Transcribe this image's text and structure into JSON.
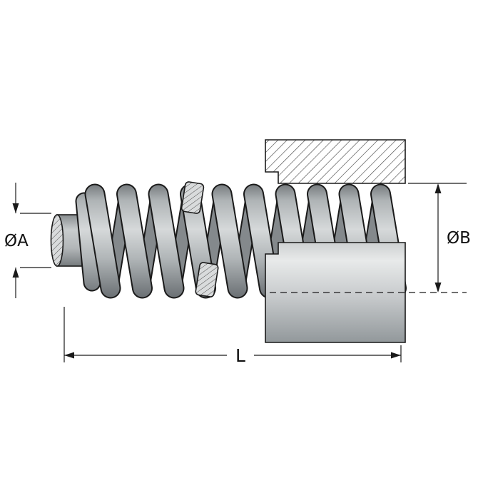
{
  "diagram": {
    "labels": {
      "dia_a": "ØA",
      "dia_b": "ØB",
      "length": "L"
    },
    "colors": {
      "outline": "#1a1a1a",
      "spring_front": "#b7bbbd",
      "spring_rear": "#84898c",
      "housing_gray": "#c3c7c9",
      "rod_gray": "#a9adb0",
      "background": "#ffffff"
    }
  }
}
